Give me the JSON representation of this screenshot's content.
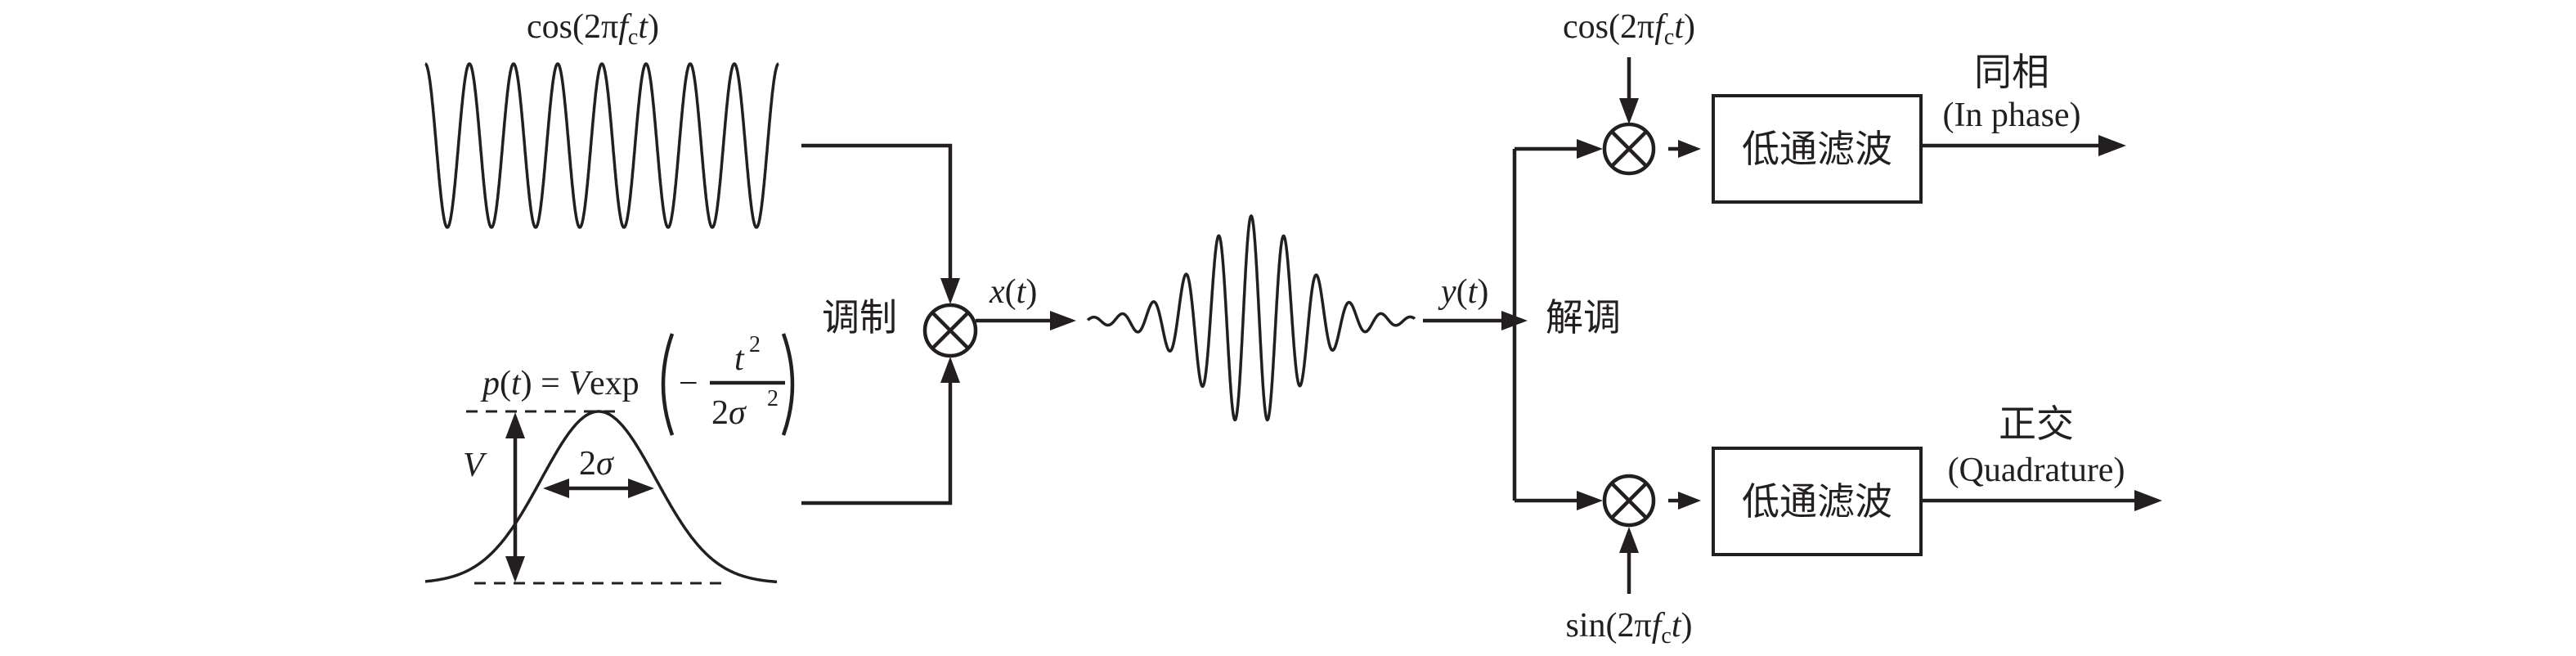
{
  "carrier_top": {
    "label_prefix": "cos(2π",
    "f": "f",
    "c": "c",
    "t": "t",
    "close": ")"
  },
  "pulse": {
    "p": "p",
    "open": "(",
    "t": "t",
    "eq": ") = ",
    "V": "V",
    "exp": "exp",
    "minus": "−",
    "num_t": "t",
    "sup2": "2",
    "den_pre": "2",
    "sigma": "σ",
    "den_sup": "2",
    "amp_label": "V",
    "width_pre": "2",
    "width_sigma": "σ"
  },
  "modulation": {
    "label": "调制"
  },
  "x_signal": {
    "x": "x",
    "open": "(",
    "t": "t",
    "close": ")"
  },
  "y_signal": {
    "y": "y",
    "open": "(",
    "t": "t",
    "close": ")"
  },
  "demodulation": {
    "label": "解调"
  },
  "ref_cos": {
    "prefix": "cos(2π",
    "f": "f",
    "c": "c",
    "t": "t",
    "close": ")"
  },
  "ref_sin": {
    "prefix": "sin(2π",
    "f": "f",
    "c": "c",
    "t": "t",
    "close": ")"
  },
  "filter_top": {
    "label": "低通滤波"
  },
  "filter_bottom": {
    "label": "低通滤波"
  },
  "output_in_phase": {
    "zh": "同相",
    "en": "(In phase)"
  },
  "output_quadrature": {
    "zh": "正交",
    "en": "(Quadrature)"
  },
  "colors": {
    "ink": "#231f20",
    "background": "#ffffff"
  }
}
